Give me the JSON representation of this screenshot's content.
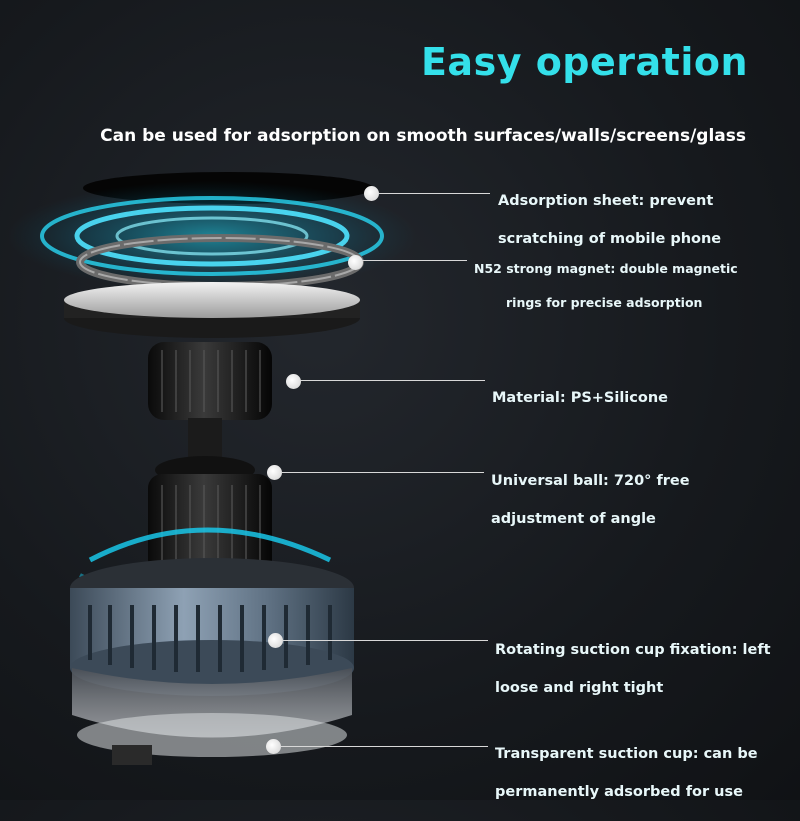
{
  "header": {
    "title": "Easy operation",
    "subtitle": "Can be used for adsorption on smooth surfaces/walls/screens/glass"
  },
  "colors": {
    "accent": "#34e0ea",
    "background": "#16191d",
    "text": "#ffffff"
  },
  "callouts": [
    {
      "line1": "Adsorption sheet: prevent",
      "line2": "scratching of mobile phone"
    },
    {
      "line1": "N52 strong magnet: double magnetic",
      "line2": "rings for precise adsorption"
    },
    {
      "line1": "Material: PS+Silicone",
      "line2": ""
    },
    {
      "line1": "Universal ball: 720°   free",
      "line2": "adjustment of angle"
    },
    {
      "line1": "Rotating suction cup fixation: left",
      "line2": "loose and right tight"
    },
    {
      "line1": "Transparent suction cup: can be",
      "line2": "permanently adsorbed for use"
    }
  ]
}
